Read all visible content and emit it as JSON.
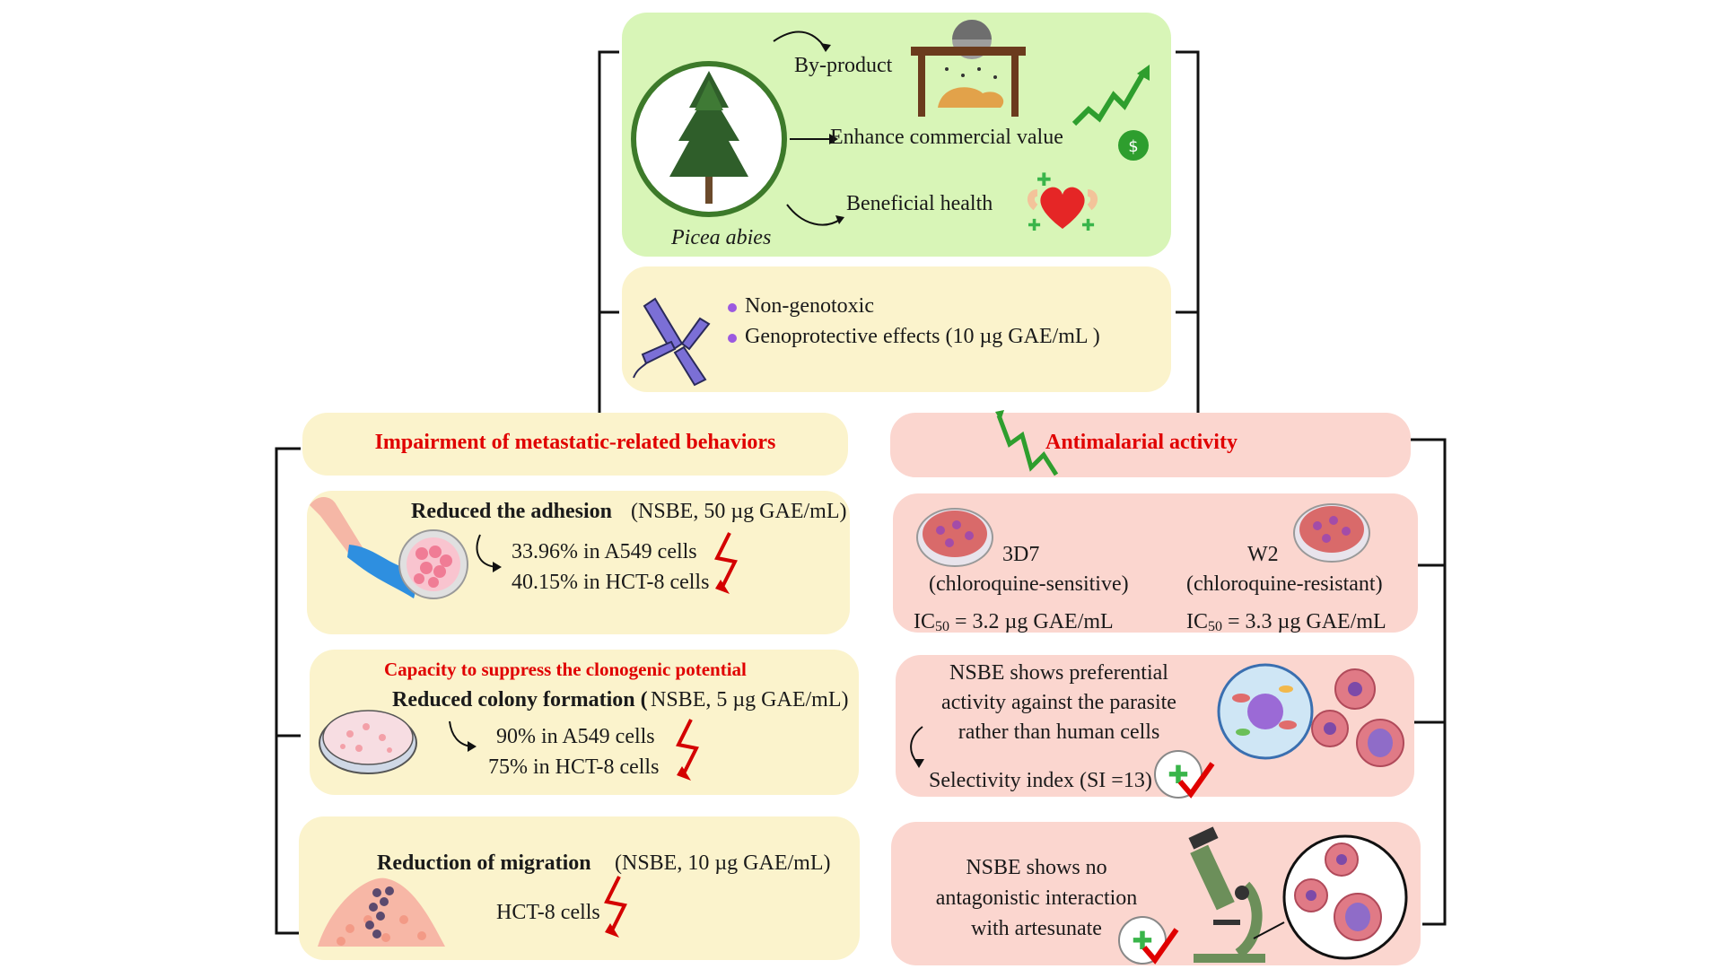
{
  "top": {
    "species": "Picea abies",
    "byproduct": "By-product",
    "commercial": "Enhance commercial value",
    "health": "Beneficial health"
  },
  "geno": {
    "item1": "Non-genotoxic",
    "item2": "Genoprotective effects (10 µg GAE/mL )"
  },
  "left": {
    "heading": "Impairment of metastatic-related behaviors",
    "adhesion": {
      "title": "Reduced the adhesion",
      "cond": "(NSBE, 50 µg GAE/mL)",
      "line1": "33.96% in A549 cells",
      "line2": "40.15% in  HCT-8 cells"
    },
    "colony": {
      "heading": "Capacity to suppress the clonogenic potential",
      "title": "Reduced colony formation (",
      "cond": "NSBE, 5 µg GAE/mL)",
      "line1": "90% in A549 cells",
      "line2": "75% in HCT-8 cells"
    },
    "migration": {
      "title": "Reduction of migration",
      "cond": "(NSBE, 10 µg GAE/mL)",
      "line1": "HCT-8 cells"
    }
  },
  "right": {
    "heading": "Antimalarial activity",
    "strain1": {
      "name": "3D7",
      "desc": "(chloroquine-sensitive)",
      "ic_prefix": "IC",
      "ic_sub": "50",
      "ic_value": "=  3.2 µg GAE/mL"
    },
    "strain2": {
      "name": "W2",
      "desc": "(chloroquine-resistant)",
      "ic_prefix": "IC",
      "ic_sub": "50",
      "ic_value": "= 3.3 µg GAE/mL"
    },
    "selectivity": {
      "line1": "NSBE shows preferential",
      "line2": "activity against the parasite",
      "line3": "rather than human cells",
      "si": "Selectivity index (SI =13)"
    },
    "artesunate": {
      "line1": "NSBE shows no",
      "line2": "antagonistic interaction",
      "line3": "with artesunate"
    }
  },
  "colors": {
    "green_panel": "#d8f5b7",
    "yellow_panel": "#fbf3cc",
    "pink_panel": "#fbd6cf",
    "heading_red": "#e00000"
  }
}
